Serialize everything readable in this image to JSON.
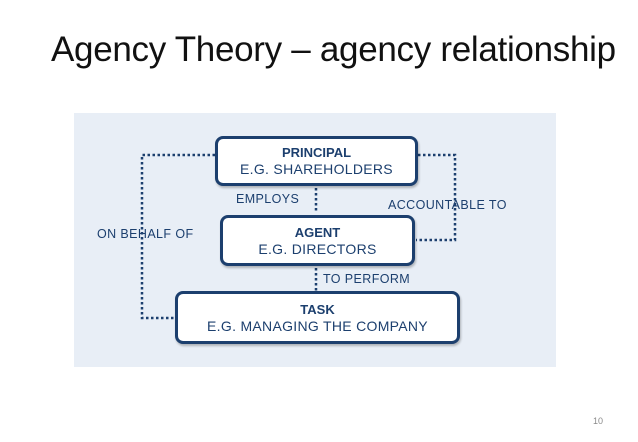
{
  "title": "Agency Theory – agency relationship",
  "principal": {
    "heading": "PRINCIPAL",
    "sub": "E.G. SHAREHOLDERS"
  },
  "agent": {
    "heading": "AGENT",
    "sub": "E.G. DIRECTORS"
  },
  "task": {
    "heading": "TASK",
    "sub": "E.G. MANAGING THE COMPANY"
  },
  "labels": {
    "employs": "EMPLOYS",
    "accountable": "ACCOUNTABLE TO",
    "on_behalf": "ON BEHALF OF",
    "to_perform": "TO PERFORM"
  },
  "page_number": "10",
  "colors": {
    "box_border": "#1c3f6e",
    "panel_bg": "#e8eef6",
    "text": "#1c3f6e"
  }
}
